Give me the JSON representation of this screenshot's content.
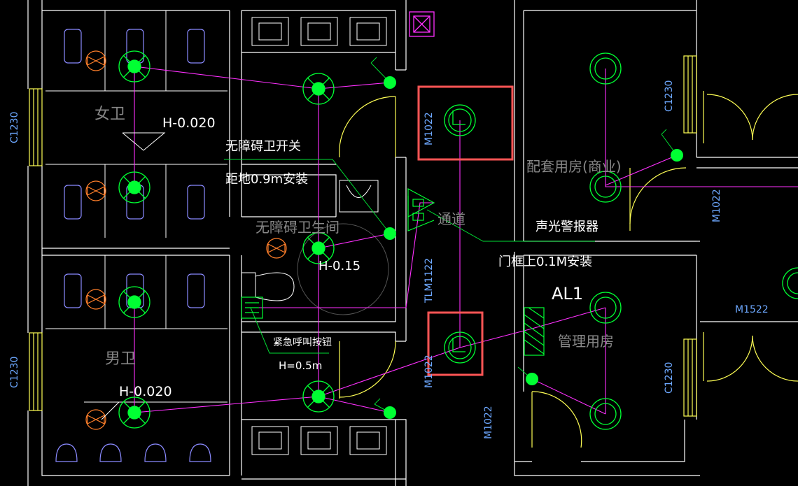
{
  "colors": {
    "wall": "#ffffff",
    "fixture": "#8a8aff",
    "wire": "#ff30ff",
    "lamp": "#00ff33",
    "annotation": "#00dd33",
    "door": "#ffff55",
    "window": "#ffff55",
    "fan": "#ff7f2a",
    "highlight": "#ff5555",
    "room_text": "#888888",
    "tag_text": "#6da8ff"
  },
  "rooms": {
    "women": "女卫",
    "men": "男卫",
    "accessible": "无障碍卫生间",
    "passage": "通道",
    "support": "配套用房(商业)",
    "management": "管理用房"
  },
  "levels": {
    "women": "H-0.020",
    "men": "H-0.020",
    "accessible": "H-0.15"
  },
  "notes": {
    "switch_title": "无障碍卫开关",
    "switch_height": "距地0.9m安装",
    "alarm_title": "声光警报器",
    "alarm_height": "门框上0.1M安装",
    "call_button": "紧急呼叫按钮",
    "call_height": "H=0.5m"
  },
  "panel": "AL1",
  "tags": {
    "c1230_top_left": "C1230",
    "c1230_bottom_left": "C1230",
    "c1230_top_right": "C1230",
    "c1230_bottom_right": "C1230",
    "m1022_upper": "M1022",
    "m1022_lower": "M1022",
    "m1022_right": "M1022",
    "m1022_bottom": "M1022",
    "tlm1122": "TLM1122",
    "m1522": "M1522"
  }
}
